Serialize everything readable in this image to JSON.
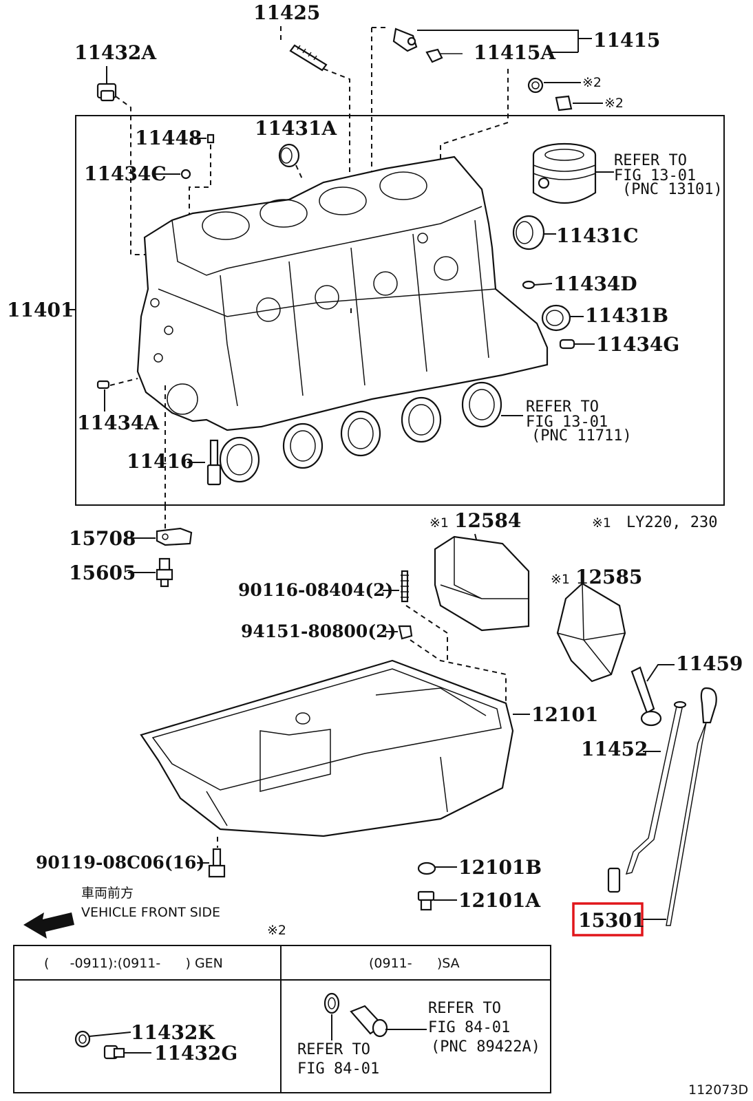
{
  "diagram_id": "112073D",
  "parts": {
    "p11425": "11425",
    "p11415": "11415",
    "p11415A": "11415A",
    "p11432A": "11432A",
    "p11448": "11448",
    "p11431A": "11431A",
    "p11434C": "11434C",
    "p11431C": "11431C",
    "p11434D": "11434D",
    "p11401": "11401",
    "p11431B": "11431B",
    "p11434G": "11434G",
    "p11434A": "11434A",
    "p11416": "11416",
    "p15708": "15708",
    "p15605": "15605",
    "p12584": "12584",
    "p12585": "12585",
    "p90116": "90116-08404(2)",
    "p94151": "94151-80800(2)",
    "p11459": "11459",
    "p12101": "12101",
    "p11452": "11452",
    "p90119": "90119-08C06(16)",
    "p12101B": "12101B",
    "p12101A": "12101A",
    "p15301": "15301",
    "p11432K": "11432K",
    "p11432G": "11432G"
  },
  "marks": {
    "note2": "※2",
    "note1": "※1",
    "note1_text": "LY220, 230"
  },
  "refs": {
    "piston": {
      "line1": "REFER  TO",
      "line2": "FIG  13-01",
      "line3": "(PNC  13101)"
    },
    "bearing": {
      "line1": "REFER  TO",
      "line2": "FIG  13-01",
      "line3": "(PNC  11711)"
    },
    "sensor": {
      "line1": "REFER  TO",
      "line2": "FIG  84-01",
      "line3": "(PNC  89422A)"
    },
    "gasket": {
      "line1": "REFER  TO",
      "line2": "FIG  84-01"
    }
  },
  "front": {
    "jp": "車両前方",
    "en": "VEHICLE FRONT SIDE"
  },
  "table": {
    "col1_header": "(     -0911):(0911-      ) GEN",
    "col2_header": "(0911-      )SA"
  },
  "highlight_color": "#e0161b"
}
